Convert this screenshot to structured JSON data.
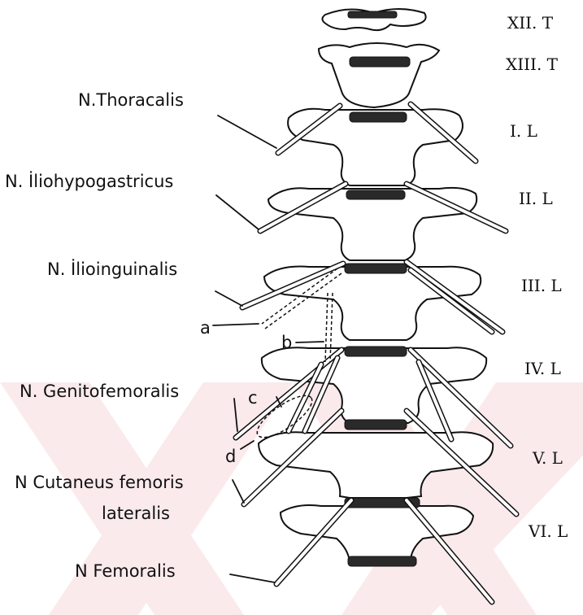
{
  "vertebra_labels": [
    "XII. T",
    "XIII. T",
    "I. L",
    "II. L",
    "III. L",
    "IV. L",
    "V. L",
    "VI. L"
  ],
  "nerve_labels": {
    "thoracalis": "N.Thoracalis",
    "iliohypogastricus": "N. İliohypogastricus",
    "ilioinguinalis": "N. İlioinguinalis",
    "genitofemoralis": "N. Genitofemoralis",
    "cutaneus_line1": "N Cutaneus femoris",
    "cutaneus_line2": "lateralis",
    "femoralis": "N Femoralis"
  },
  "branch_labels": {
    "a": "a",
    "b": "b",
    "c": "c",
    "d": "d"
  },
  "colors": {
    "line": "#111111",
    "disc": "#2a2a2a",
    "watermark": "#f6d9dd"
  }
}
